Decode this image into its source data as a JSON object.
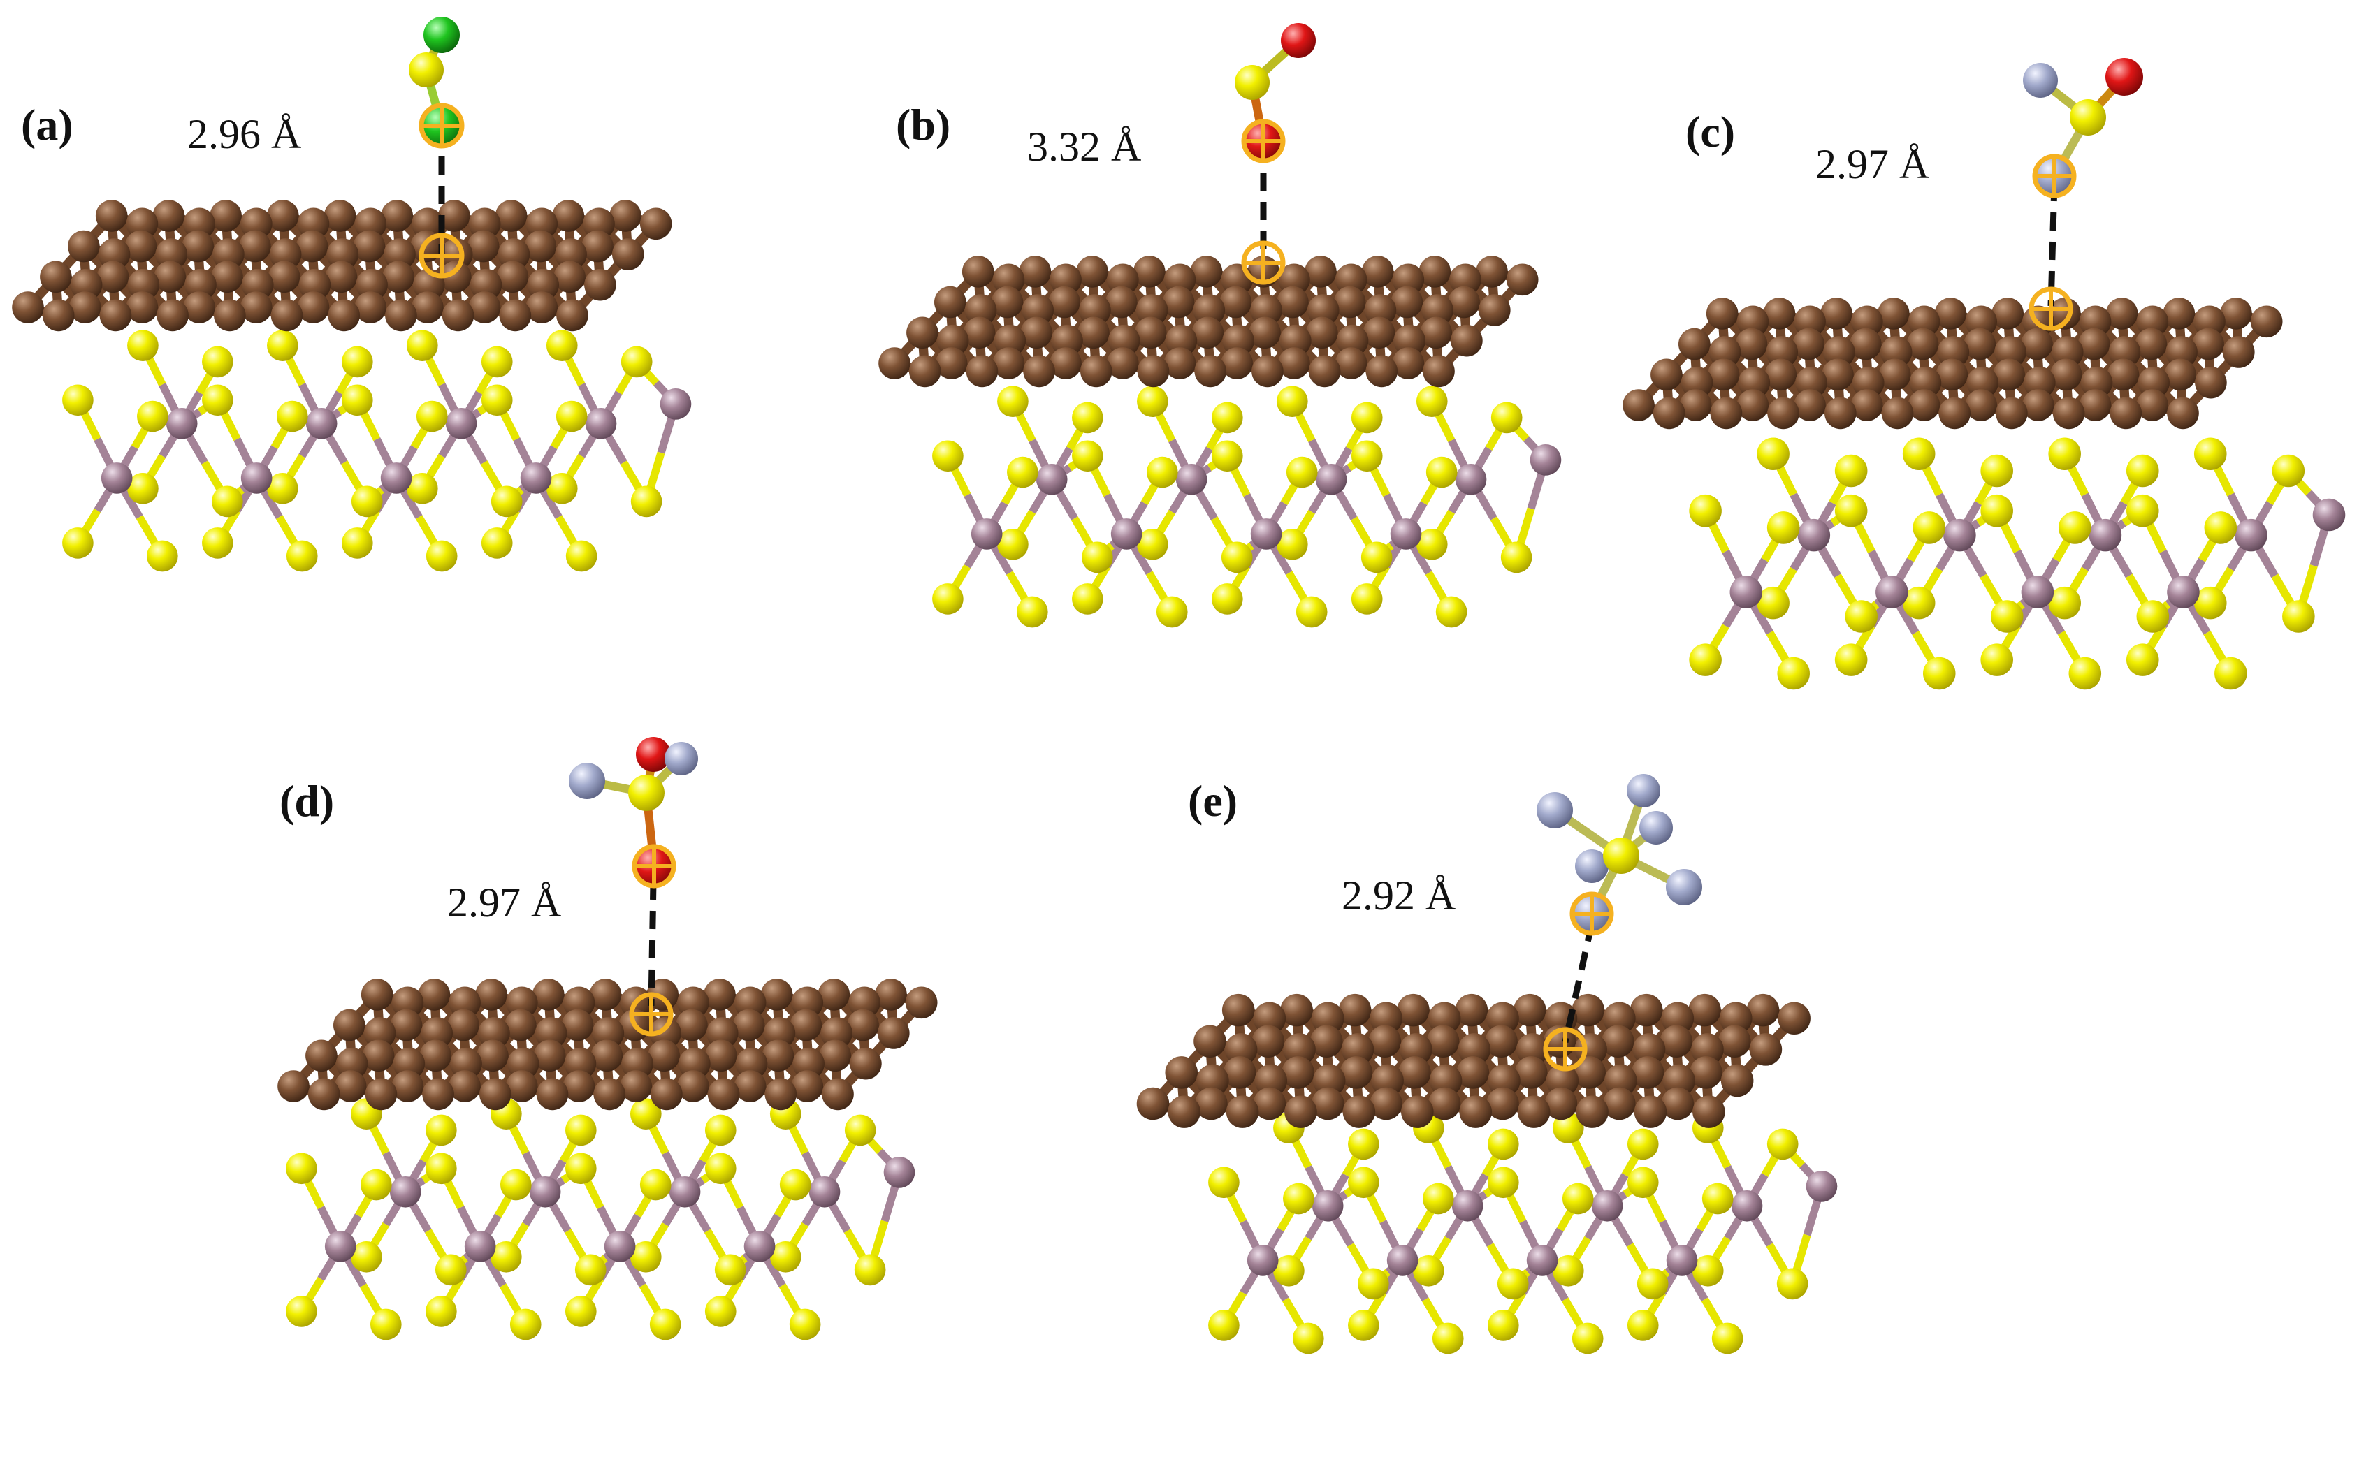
{
  "colors": {
    "carbon": "#7a4e31",
    "sulfur": "#e6e600",
    "molybdenum": "#a07d92",
    "chlorine": "#22bb22",
    "oxygen": "#dd1515",
    "fluorine": "#9fa7c8",
    "marker": "#f5b120",
    "dash": "#111111"
  },
  "panels": [
    {
      "label": "(a)",
      "distance": "2.96 Å",
      "molecule": "S-Cl",
      "bond_atom": "chlorine"
    },
    {
      "label": "(b)",
      "distance": "3.32 Å",
      "molecule": "S-O",
      "bond_atom": "oxygen"
    },
    {
      "label": "(c)",
      "distance": "2.97 Å",
      "molecule": "SOF2",
      "bond_atom": "fluorine"
    },
    {
      "label": "(d)",
      "distance": "2.97 Å",
      "molecule": "SO2F2",
      "bond_atom": "oxygen"
    },
    {
      "label": "(e)",
      "distance": "2.92 Å",
      "molecule": "SF6",
      "bond_atom": "fluorine"
    }
  ]
}
